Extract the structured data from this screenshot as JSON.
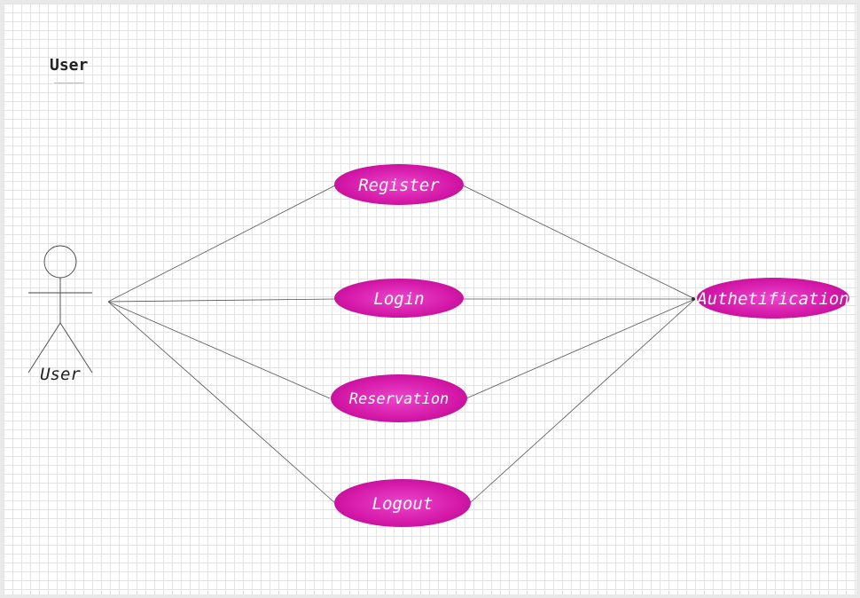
{
  "title": "User",
  "actor": {
    "label": "User"
  },
  "use_cases": {
    "register": "Register",
    "login": "Login",
    "reservation": "Reservation",
    "logout": "Logout",
    "authentication": "Authetification"
  },
  "colors": {
    "usecase_fill": "#d418a8",
    "usecase_center": "#e63cc4",
    "usecase_edge": "#b80e8f",
    "line": "#555555"
  }
}
